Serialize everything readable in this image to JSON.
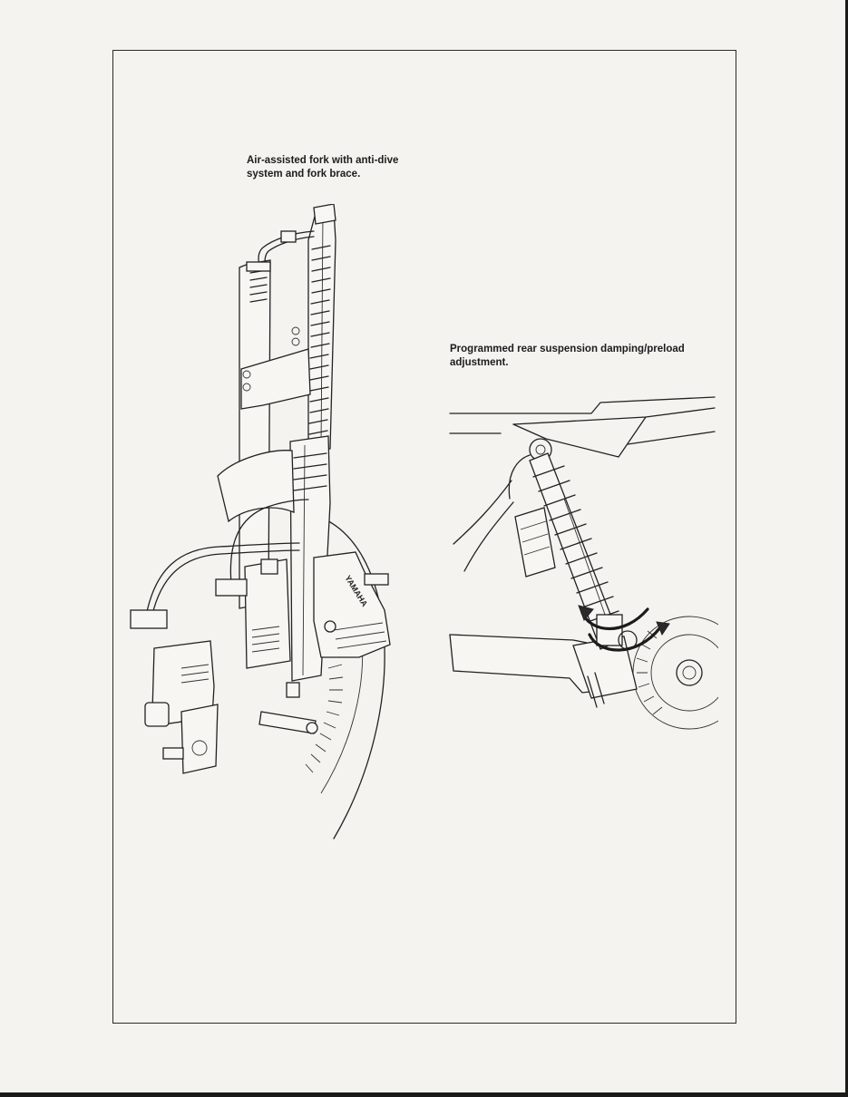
{
  "captions": {
    "fork": {
      "line1": "Air-assisted fork with anti-dive",
      "line2": "system and fork brace."
    },
    "rear": {
      "line1": "Programmed rear suspension damping/preload",
      "line2": "adjustment."
    }
  },
  "figures": {
    "fork_badge_text": "YAMAHA"
  }
}
